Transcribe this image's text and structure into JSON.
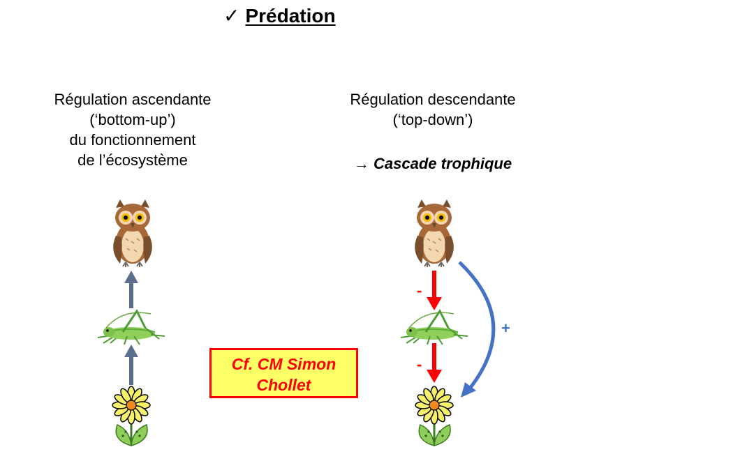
{
  "title": {
    "check": "✓",
    "text": "Prédation"
  },
  "left": {
    "lines": [
      "Régulation ascendante",
      "(‘bottom-up’)",
      "du fonctionnement",
      "de l’écosystème"
    ]
  },
  "right": {
    "lines": [
      "Régulation descendante",
      "(‘top-down’)"
    ],
    "cascade_arrow": "→",
    "cascade_label": "Cascade trophique",
    "minus_top": "-",
    "minus_bottom": "-",
    "plus": "+"
  },
  "reference": {
    "line1": "Cf. CM Simon",
    "line2": "Chollet"
  },
  "colors": {
    "up_arrow": "#5b6e8e",
    "down_arrow": "#ff0000",
    "curve_arrow": "#4472c4",
    "box_fill": "#ffff66",
    "box_border": "#ff0000"
  },
  "icons": [
    "owl-icon",
    "grasshopper-icon",
    "daisy-flower-icon"
  ]
}
